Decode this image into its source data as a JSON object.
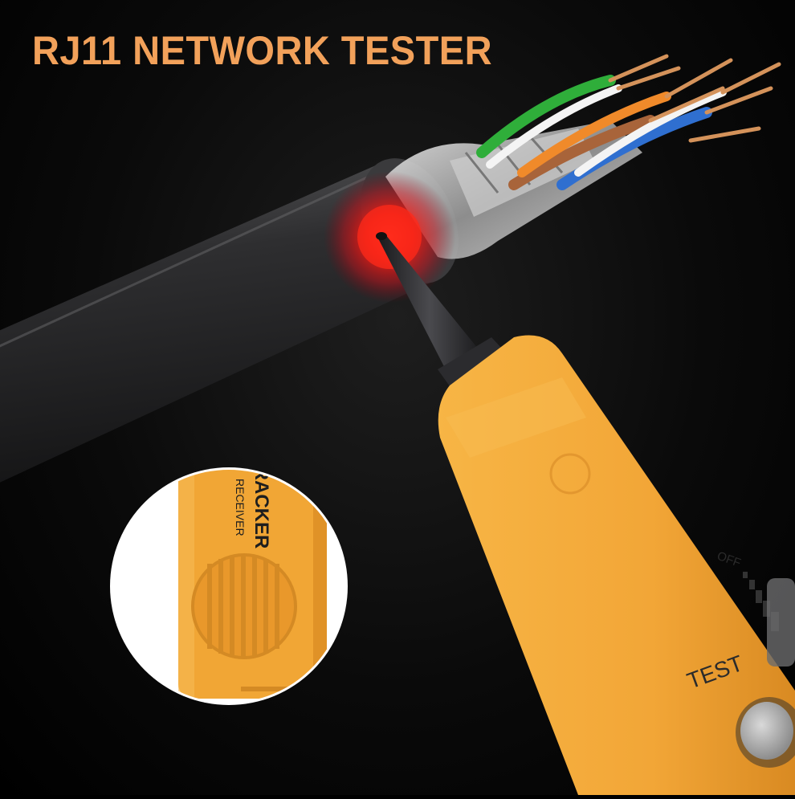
{
  "headline": "RJ11 NETWORK TESTER",
  "labels": {
    "tracker": "TRACKER",
    "receiver": "RECEIVER",
    "off": "OFF",
    "test": "TEST"
  },
  "colors": {
    "headline": "#f2a15a",
    "tester_body": "#f3a83b",
    "probe": "#2b2b2e",
    "indicator": "#ff2a1a",
    "cable": "#2c2c2e"
  }
}
